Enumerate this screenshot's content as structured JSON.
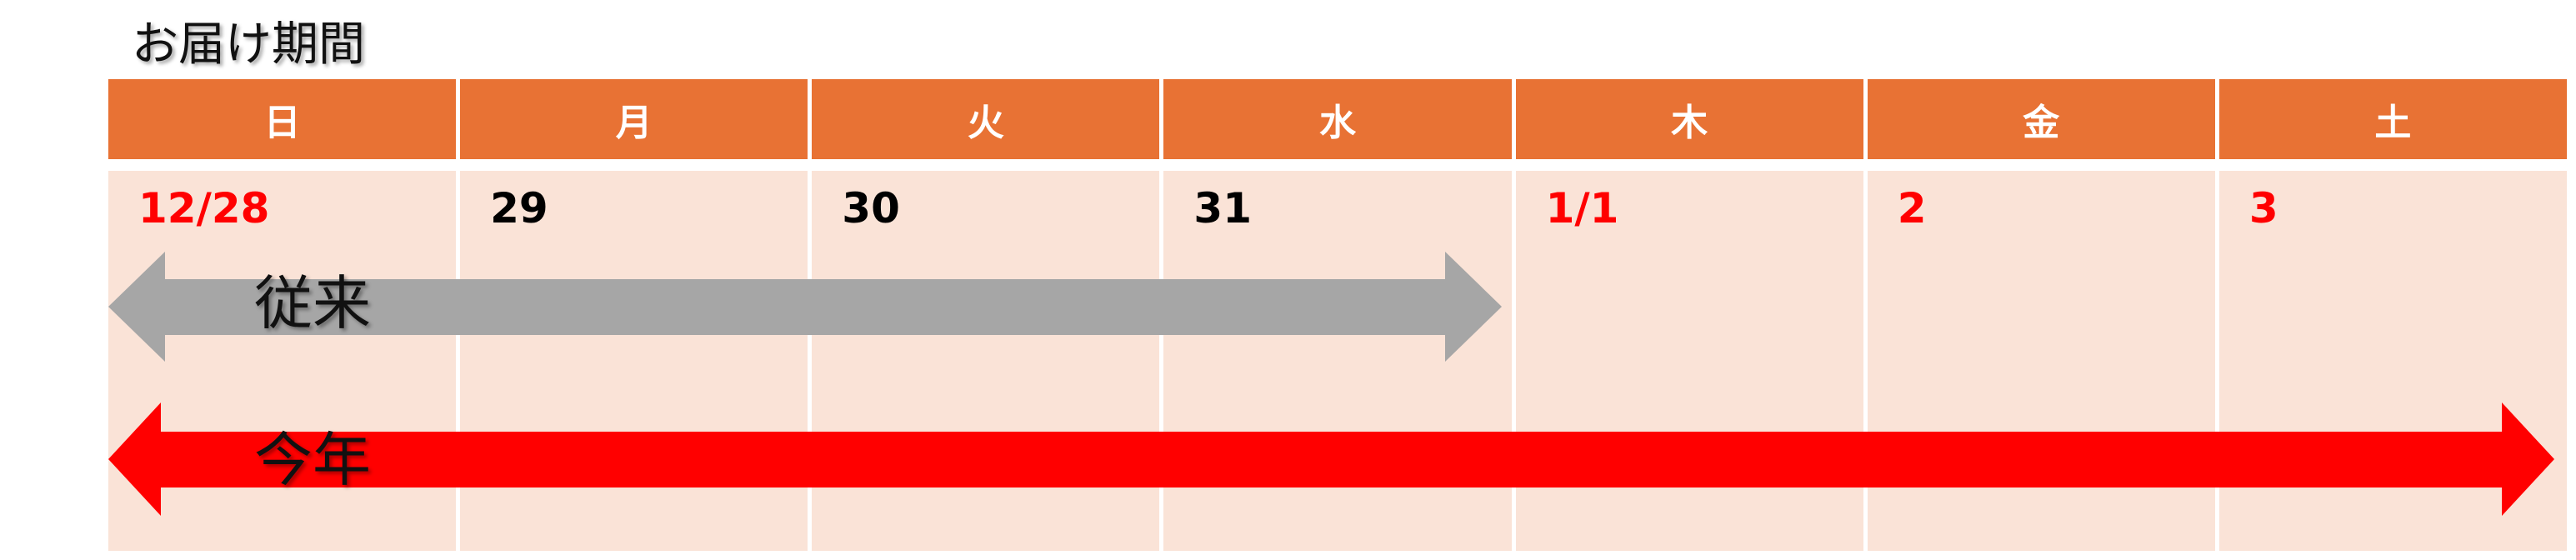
{
  "title": "お届け期間",
  "weekdays": [
    "日",
    "月",
    "火",
    "水",
    "木",
    "金",
    "土"
  ],
  "dates": [
    {
      "label": "12/28",
      "holiday": true
    },
    {
      "label": "29",
      "holiday": false
    },
    {
      "label": "30",
      "holiday": false
    },
    {
      "label": "31",
      "holiday": false
    },
    {
      "label": "1/1",
      "holiday": true
    },
    {
      "label": "2",
      "holiday": true
    },
    {
      "label": "3",
      "holiday": true
    }
  ],
  "arrows": [
    {
      "label": "従来",
      "color": "#a6a6a6",
      "from_day": "12/28",
      "to_day": "31"
    },
    {
      "label": "今年",
      "color": "#ff0000",
      "from_day": "12/28",
      "to_day": "3"
    }
  ],
  "colors": {
    "header": "#e87234",
    "cell": "#fae3d7",
    "holiday_text": "#ff0000"
  }
}
